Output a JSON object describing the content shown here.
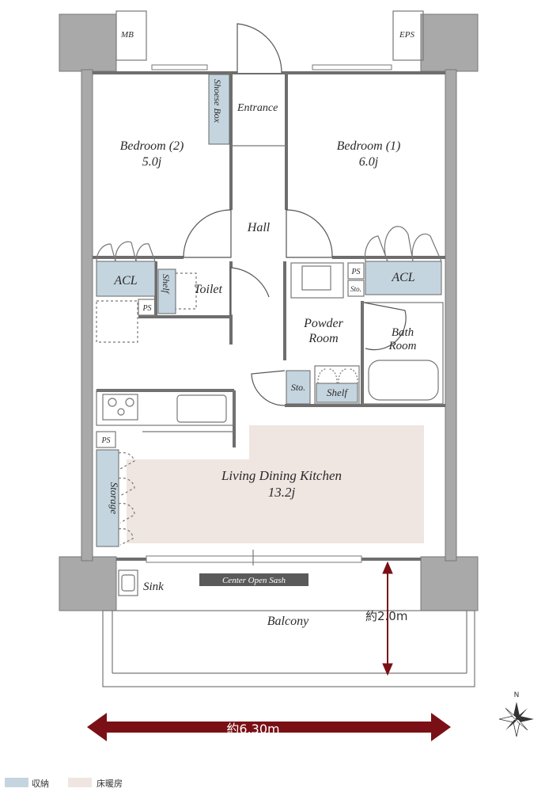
{
  "rooms": {
    "mb": "MB",
    "eps": "EPS",
    "shoes_box": "Shoese Box",
    "entrance": "Entrance",
    "bedroom2": "Bedroom (2)",
    "bedroom2_size": "5.0j",
    "bedroom1": "Bedroom (1)",
    "bedroom1_size": "6.0j",
    "hall": "Hall",
    "acl_left": "ACL",
    "acl_right": "ACL",
    "shelf_toilet": "Shelf",
    "toilet": "Toilet",
    "ps_toilet": "PS",
    "ps_right": "PS",
    "sto_right": "Sto.",
    "powder_room_1": "Powder",
    "powder_room_2": "Room",
    "bath_room_1": "Bath",
    "bath_room_2": "Room",
    "sto_powder": "Sto.",
    "shelf_powder": "Shelf",
    "ps_kitchen": "PS",
    "storage": "Storage",
    "ldk": "Living Dining Kitchen",
    "ldk_size": "13.2j",
    "sink": "Sink",
    "center_open_sash": "Center Open Sash",
    "balcony": "Balcony"
  },
  "dimensions": {
    "balcony_depth": "約2.0m",
    "width": "約6.30m"
  },
  "compass": {
    "north": "N"
  },
  "legend": {
    "storage_label": "収納",
    "floor_heating_label": "床暖房",
    "storage_color": "#c5d5df",
    "floor_heating_color": "#efe5e1"
  },
  "colors": {
    "dimension_arrow": "#7a1016",
    "wall": "#a9a9a9",
    "sash_tag": "#5a5a5a"
  }
}
